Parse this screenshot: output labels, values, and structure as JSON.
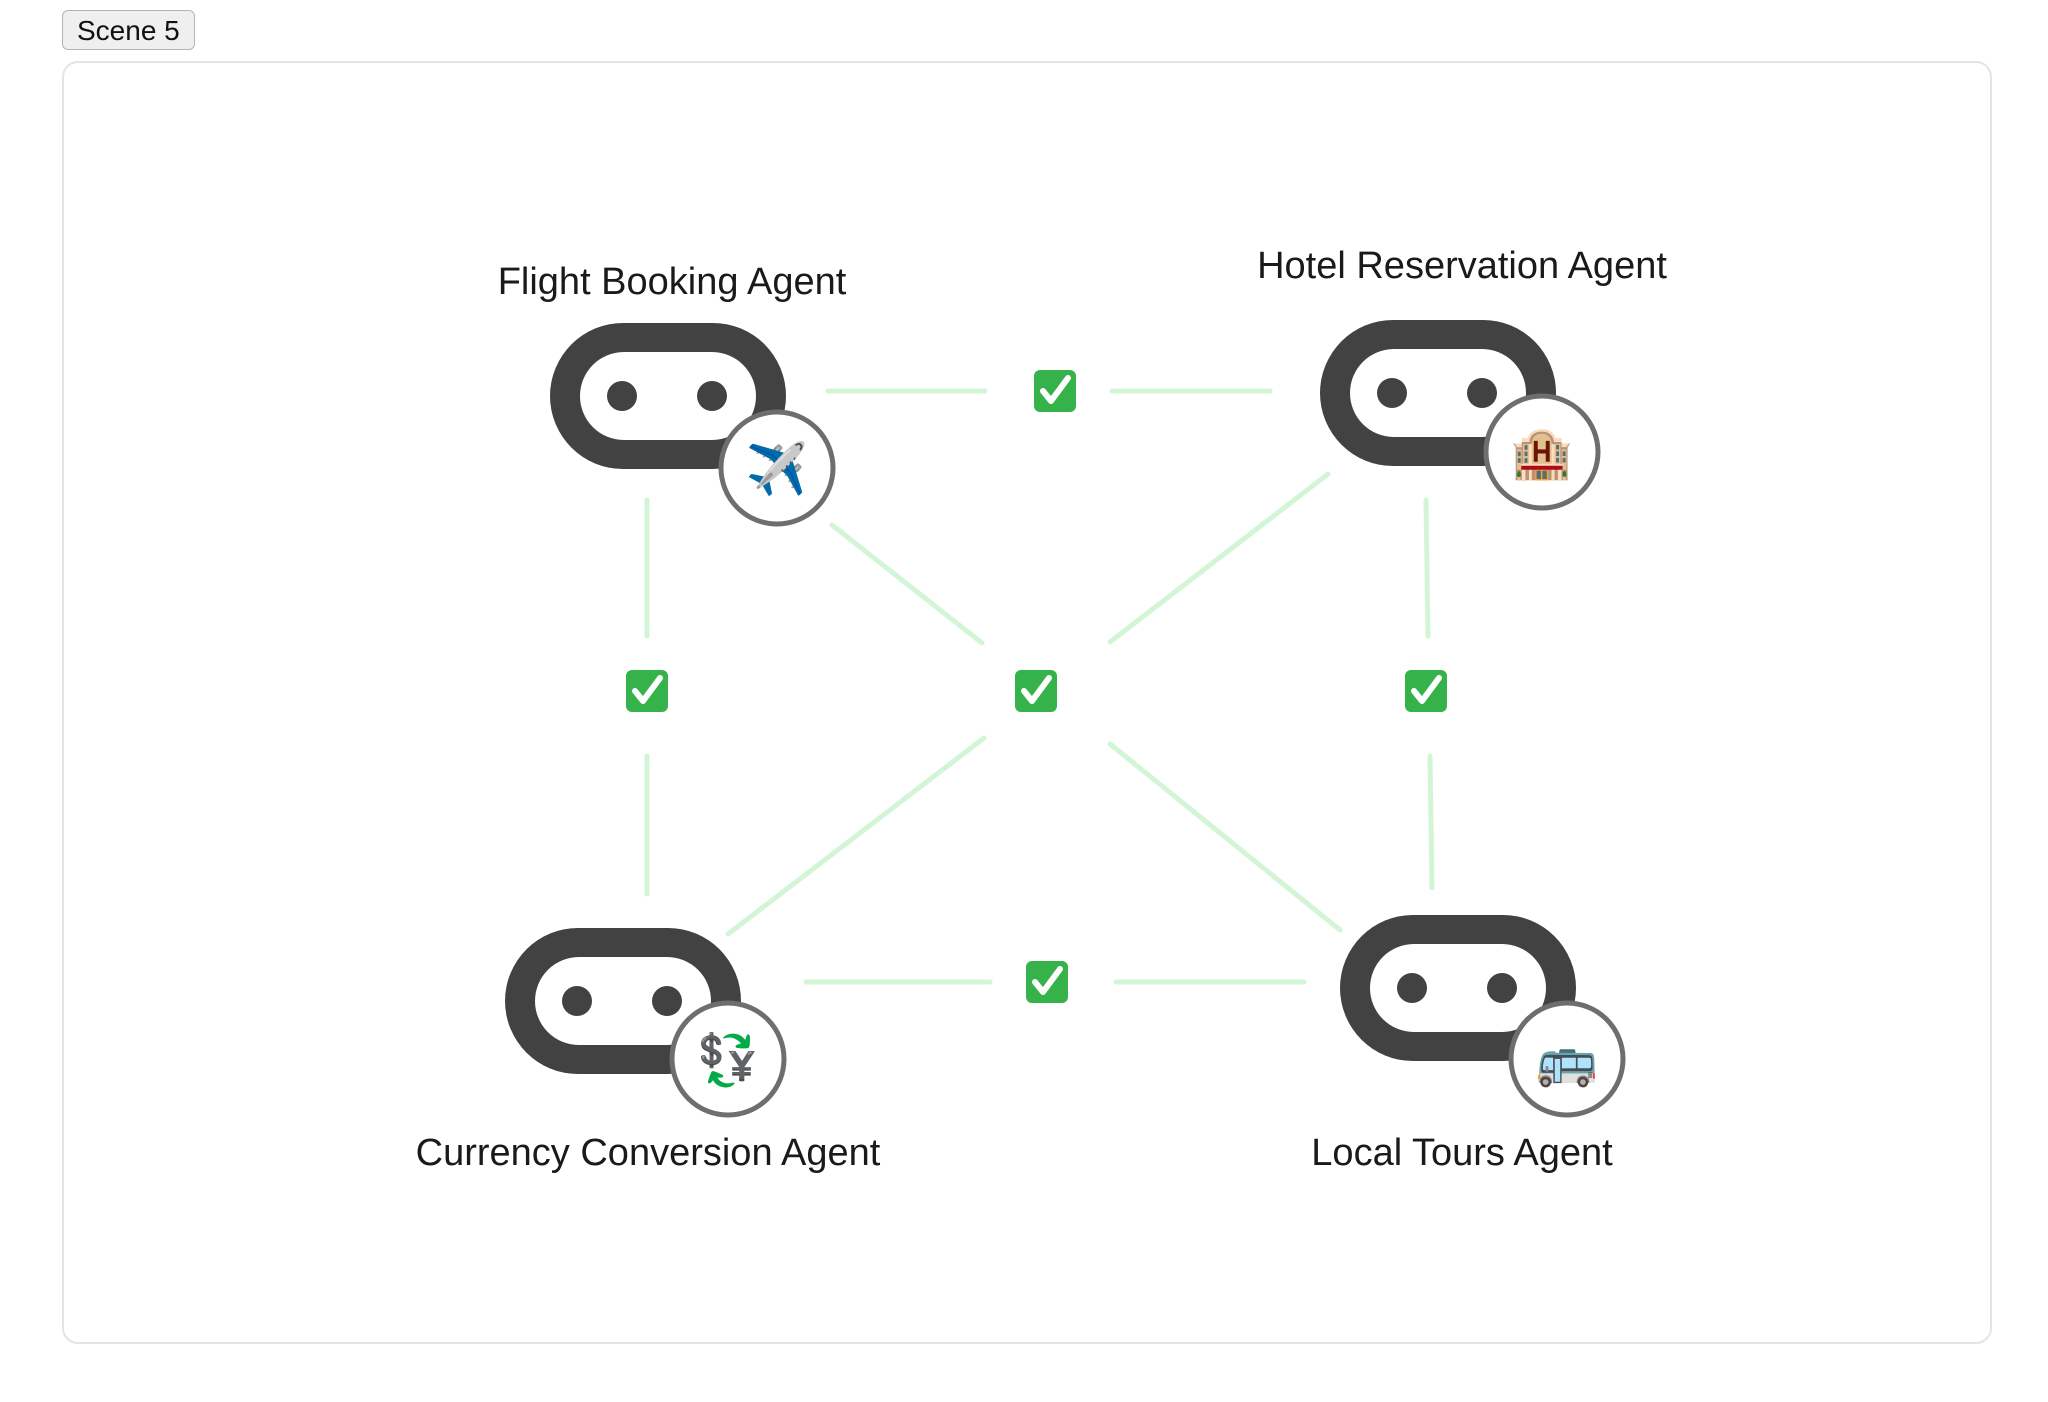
{
  "scene_button": {
    "label": "Scene 5"
  },
  "agents": {
    "flight": {
      "label": "Flight Booking Agent",
      "badge_icon": "airplane-icon",
      "badge_glyph": "✈️"
    },
    "hotel": {
      "label": "Hotel Reservation Agent",
      "badge_icon": "hotel-icon",
      "badge_glyph": "🏨"
    },
    "currency": {
      "label": "Currency Conversion Agent",
      "badge_icon": "currency-exchange-icon",
      "badge_glyph": "💱"
    },
    "tours": {
      "label": "Local Tours Agent",
      "badge_icon": "bus-icon",
      "badge_glyph": "🚌"
    }
  },
  "connections": {
    "status_icon": "check-mark-icon",
    "status_glyph": "✅",
    "line_color": "#d2f5d6",
    "check_color": "#36b24a"
  },
  "colors": {
    "robot_body": "#424242",
    "badge_border": "#6e6e6e"
  }
}
